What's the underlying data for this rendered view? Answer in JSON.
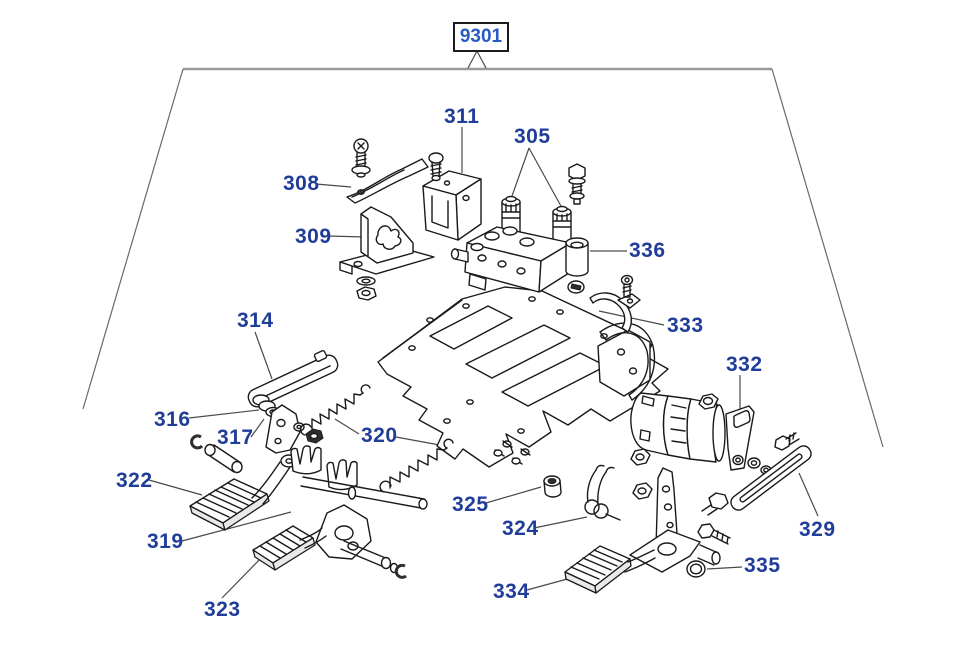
{
  "figure_ref": {
    "label": "9301"
  },
  "colors": {
    "label_blue": "#1f3d99",
    "ref_blue": "#2a5bc4",
    "line_art": "#1a1a1a",
    "frame_gray": "#9a9a9a"
  },
  "parts": [
    {
      "num": "305"
    },
    {
      "num": "308"
    },
    {
      "num": "309"
    },
    {
      "num": "311"
    },
    {
      "num": "314"
    },
    {
      "num": "316"
    },
    {
      "num": "317"
    },
    {
      "num": "319"
    },
    {
      "num": "320"
    },
    {
      "num": "322"
    },
    {
      "num": "323"
    },
    {
      "num": "324"
    },
    {
      "num": "325"
    },
    {
      "num": "329"
    },
    {
      "num": "332"
    },
    {
      "num": "333"
    },
    {
      "num": "334"
    },
    {
      "num": "335"
    },
    {
      "num": "336"
    }
  ]
}
